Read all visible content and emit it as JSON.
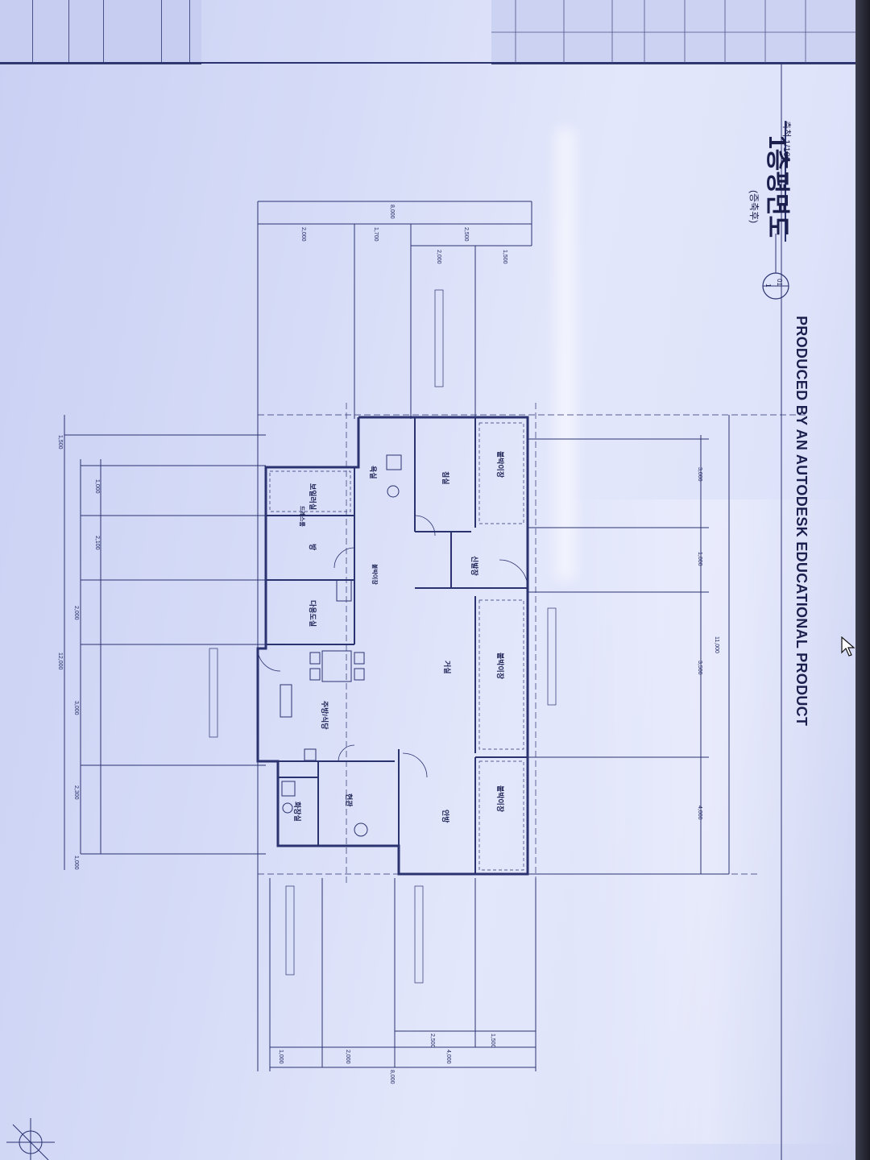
{
  "drawing": {
    "watermark": "PRODUCED BY AN AUTODESK EDUCATIONAL PRODUCT",
    "title": "1층평면도",
    "subtitle": "(증축후)",
    "scale": "축척 1/100",
    "grid_bubble_top": "01",
    "grid_bubble_bottom": "1"
  },
  "rooms": {
    "room_a": "침실",
    "room_b": "방",
    "room_c": "안방",
    "room_d": "거실",
    "room_e": "주방/식당",
    "room_f": "욕실",
    "room_g": "화장실",
    "room_h": "현관",
    "room_i": "다용도실",
    "room_j": "신발장",
    "room_k": "보일러실",
    "room_l": "드레스룸",
    "room_m": "붙박이장",
    "room_n": "붙박이장",
    "room_o": "붙박이장",
    "room_p": "붙박이장"
  },
  "dimensions": {
    "top_total": "12,000",
    "top_1": "1,000",
    "top_2": "2,300",
    "top_3": "3,000",
    "top_4": "2,000",
    "top_5": "2,100",
    "top_6": "1,000",
    "top_7": "1,500",
    "left_a": "2,000",
    "left_b": "1,700",
    "left_c": "1,500",
    "left_d": "2,000",
    "left_e": "8,000",
    "left_f": "2,500",
    "right_a": "1,000",
    "right_b": "2,000",
    "right_c": "1,500",
    "right_d": "4,000",
    "right_e": "2,500",
    "right_f": "8,000",
    "bot_1": "3,000",
    "bot_2": "1,000",
    "bot_3": "11,000",
    "bot_4": "3,500",
    "bot_5": "4,000"
  },
  "colors": {
    "line": "#2a3270",
    "paper": "#d6dcf7"
  }
}
